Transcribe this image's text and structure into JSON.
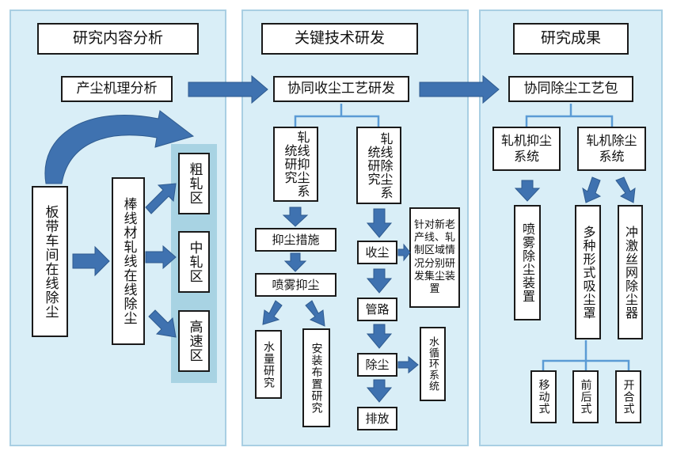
{
  "panels": {
    "left_title": "研究内容分析",
    "middle_title": "关键技术研发",
    "right_title": "研究成果"
  },
  "left": {
    "dust_mechanism": "产尘机理分析",
    "strip_workshop": "板带车间在线除尘",
    "bar_rolling": "棒线材轧线在线除尘",
    "roughing": "粗轧区",
    "intermediate": "中轧区",
    "high_speed": "高速区"
  },
  "middle": {
    "collab_process": "协同收尘工艺研发",
    "suppress_system": "轧线抑尘系统研究",
    "removal_system": "轧线除尘系统研究",
    "suppress_measures": "抑尘措施",
    "spray_suppress": "喷雾抑尘",
    "water_volume": "水量研究",
    "install_layout": "安装布置研究",
    "collect": "收尘",
    "targeted_note": "针对新老产线、轧制区域情况分别研发集尘装置",
    "pipeline": "管路",
    "dedust": "除尘",
    "water_cycle": "水循环系统",
    "discharge": "排放"
  },
  "right": {
    "package": "协同除尘工艺包",
    "mill_suppress": "轧机抑尘系统",
    "mill_removal": "轧机除尘系统",
    "spray_device": "喷雾除尘装置",
    "multi_hood": "多种形式吸尘罩",
    "wire_mesh": "冲激丝网除尘器",
    "mobile": "移动式",
    "front_rear": "前后式",
    "open_close": "开合式"
  },
  "colors": {
    "panel_bg": "#d9eef7",
    "panel_border": "#a9cfe3",
    "arrow": "#3f72b0",
    "bracket": "#5b9bd5",
    "zone_tint": "#a8d3e3"
  }
}
